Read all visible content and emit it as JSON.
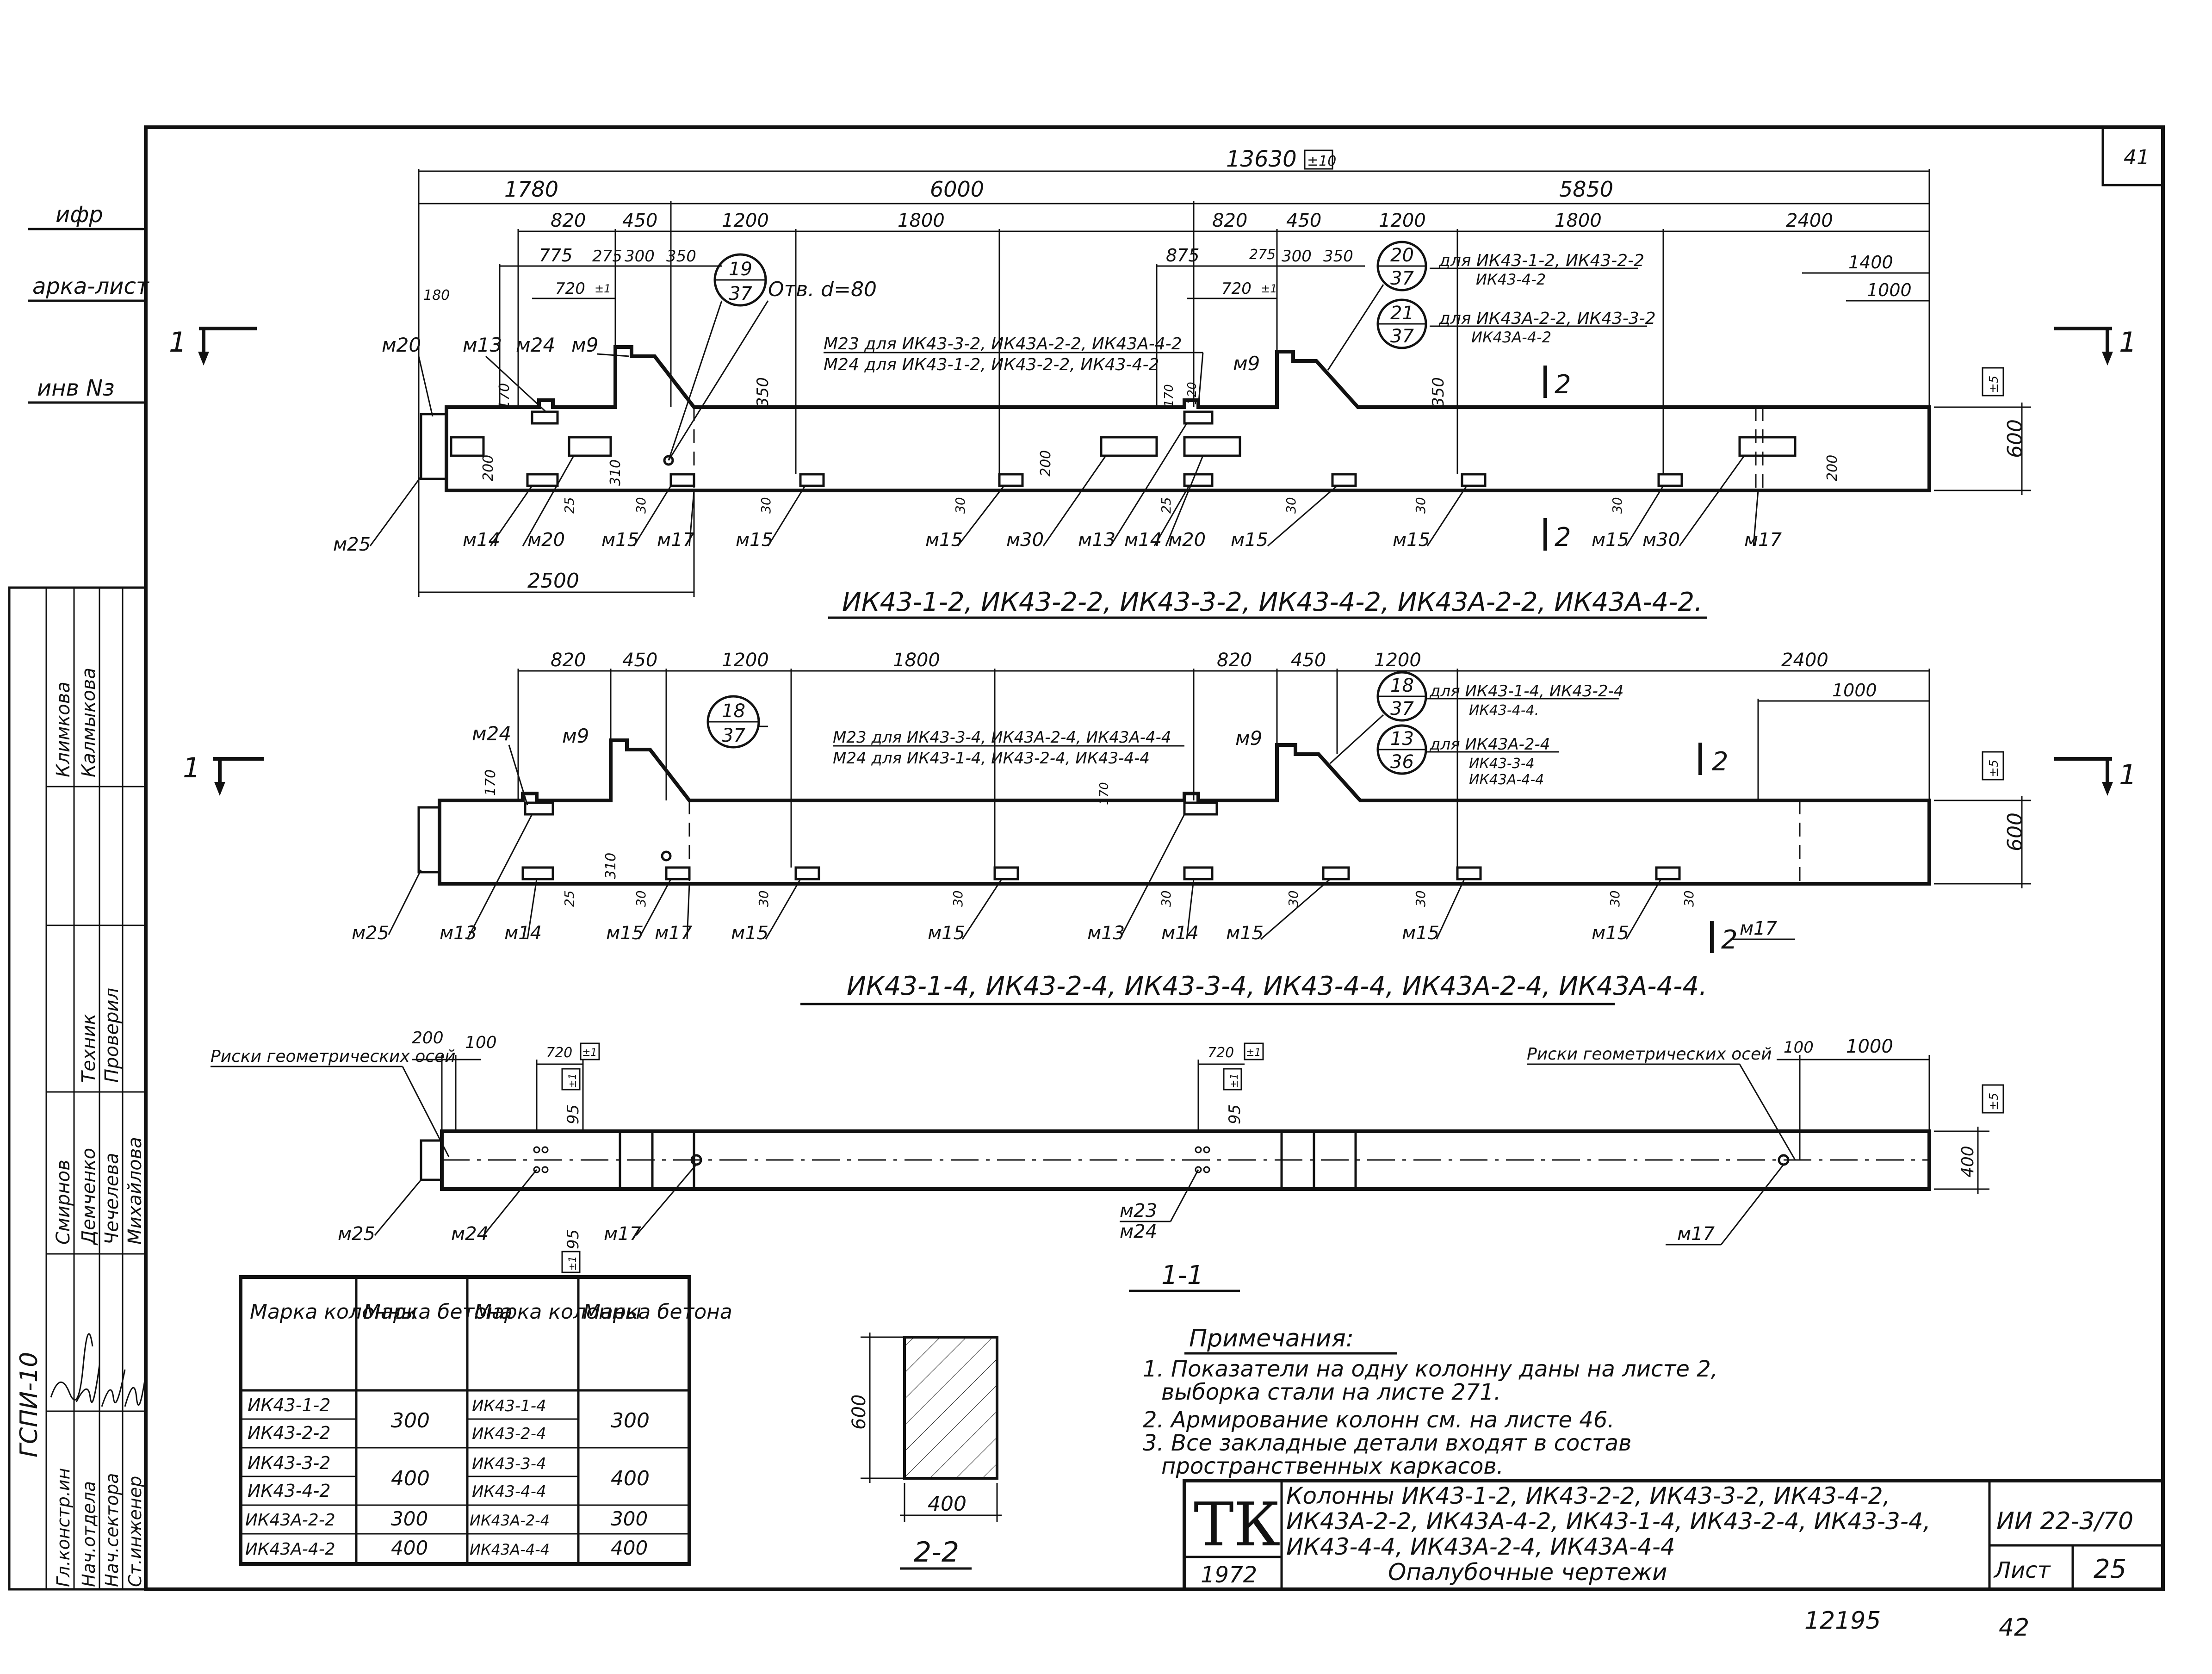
{
  "sheet_number_top": "41",
  "stamp_left": {
    "top_labels": [
      "ифр",
      "арка-лист",
      "инв Nз"
    ],
    "roles": [
      "Гл.констр.ин",
      "Нач.отдела",
      "Нач.сектора",
      "Ст.инженер",
      "Техник",
      "Проверил"
    ],
    "names": [
      "Смирнов",
      "Демченко",
      "Чечелева",
      "Михайлова",
      "Климкова",
      "Калмыкова"
    ],
    "org": "ГСПИ-10"
  },
  "view1": {
    "caption": "ИК43-1-2, ИК43-2-2, ИК43-3-2, ИК43-4-2, ИК43А-2-2, ИК43А-4-2.",
    "total": "13630",
    "total_tol": "±10",
    "seg": [
      "1780",
      "6000",
      "5850"
    ],
    "dims_a": [
      "820",
      "450",
      "1200",
      "1800",
      "820",
      "450",
      "1200",
      "1800",
      "2400"
    ],
    "dims_b": [
      "775",
      "275",
      "300",
      "350",
      "875",
      "275",
      "300",
      "350"
    ],
    "dims_c": [
      "720",
      "±1",
      "720",
      "±1",
      "1400",
      "1000",
      "180"
    ],
    "len2500": "2500",
    "h600": "600",
    "tol5": "±5",
    "bub1_top": "19",
    "bub1_bot": "37",
    "bub2_top": "20",
    "bub2_bot": "37",
    "bub3_top": "21",
    "bub3_bot": "37",
    "hole": "Отв. d=80",
    "note_bub2": "для ИК43-1-2, ИК43-2-2",
    "note_bub2b": "ИК43-4-2",
    "note_bub3": "для ИК43А-2-2, ИК43-3-2",
    "note_bub3b": "ИК43А-4-2",
    "m23note": "М23 для ИК43-3-2, ИК43А-2-2, ИК43А-4-2",
    "m24note": "М24 для ИК43-1-2, ИК43-2-2, ИК43-4-2",
    "vd": [
      "170",
      "200",
      "310",
      "350",
      "350",
      "200",
      "170",
      "120",
      "200",
      "25",
      "25",
      "30",
      "30",
      "30",
      "30",
      "30",
      "30"
    ],
    "section_mark": "1",
    "cut_mark": "2",
    "labels_top": [
      "м20",
      "м13",
      "м24",
      "м9",
      "м9"
    ],
    "labels_bot": [
      "м25",
      "м14",
      "м20",
      "м15",
      "м17",
      "м15",
      "м15",
      "м30",
      "м13",
      "м14",
      "м20",
      "м15",
      "м15",
      "м15",
      "м30",
      "м17"
    ]
  },
  "view2": {
    "caption": "ИК43-1-4, ИК43-2-4, ИК43-3-4, ИК43-4-4, ИК43А-2-4, ИК43А-4-4.",
    "dims_a": [
      "820",
      "450",
      "1200",
      "1800",
      "820",
      "450",
      "1200",
      "2400",
      "1000"
    ],
    "h600": "600",
    "tol5": "±5",
    "bub1_top": "18",
    "bub1_bot": "37",
    "bub2_top": "18",
    "bub2_bot": "37",
    "bub3_top": "13",
    "bub3_bot": "36",
    "note_bub2": "для ИК43-1-4, ИК43-2-4",
    "note_bub2b": "ИК43-4-4.",
    "note_bub3": "для ИК43А-2-4",
    "note_bub3b": "ИК43-3-4",
    "note_bub3c": "ИК43А-4-4",
    "m23note": "М23 для ИК43-3-4, ИК43А-2-4, ИК43А-4-4",
    "m24note": "М24 для ИК43-1-4, ИК43-2-4, ИК43-4-4",
    "vd": [
      "170",
      "310",
      "25",
      "30",
      "30",
      "30",
      "30",
      "30",
      "30",
      "30",
      "30",
      "170"
    ],
    "labels_top": [
      "м24",
      "м9",
      "м9"
    ],
    "labels_bot": [
      "м25",
      "м13",
      "м14",
      "м15",
      "м17",
      "м15",
      "м15",
      "м13",
      "м14",
      "м15",
      "м15",
      "м15",
      "м17"
    ]
  },
  "view3": {
    "caption": "1-1",
    "dims": [
      "200",
      "100",
      "720",
      "±1",
      "720",
      "±1",
      "100",
      "1000",
      "95",
      "±1",
      "95",
      "±1",
      "95",
      "±1",
      "400",
      "±5"
    ],
    "risk_left": "Риски геометрических осей",
    "risk_right": "Риски геометрических осей",
    "labels": [
      "м25",
      "м24",
      "м17",
      "м23",
      "м24",
      "м17"
    ]
  },
  "section22": {
    "caption": "2-2",
    "w": "400",
    "h": "600"
  },
  "concrete_table": {
    "headers": [
      "Марка колонны",
      "Марка бетона",
      "Марка колонны",
      "Марка бетона"
    ],
    "rows": [
      [
        "ИК43-1-2",
        "300",
        "ИК43-1-4",
        "300"
      ],
      [
        "ИК43-2-2",
        "",
        "ИК43-2-4",
        ""
      ],
      [
        "ИК43-3-2",
        "400",
        "ИК43-3-4",
        "400"
      ],
      [
        "ИК43-4-2",
        "",
        "ИК43-4-4",
        ""
      ],
      [
        "ИК43А-2-2",
        "300",
        "ИК43А-2-4",
        "300"
      ],
      [
        "ИК43А-4-2",
        "400",
        "ИК43А-4-4",
        "400"
      ]
    ]
  },
  "notes": {
    "title": "Примечания:",
    "items": [
      "1. Показатели на одну колонну даны на листе 2,",
      "выборка стали на листе 271.",
      "2. Армирование колонн см. на листе 46.",
      "3. Все закладные детали входят в состав",
      "пространственных каркасов."
    ]
  },
  "title_block": {
    "logo": "ТК",
    "year": "1972",
    "title_lines": [
      "Колонны ИК43-1-2, ИК43-2-2, ИК43-3-2, ИК43-4-2,",
      "ИК43А-2-2, ИК43А-4-2, ИК43-1-4, ИК43-2-4, ИК43-3-4,",
      "ИК43-4-4, ИК43А-2-4, ИК43А-4-4",
      "Опалубочные чертежи"
    ],
    "code": "ИИ 22-3/70",
    "sheet_label": "Лист",
    "sheet_no": "25"
  },
  "footer": {
    "left": "12195",
    "right": "42"
  }
}
